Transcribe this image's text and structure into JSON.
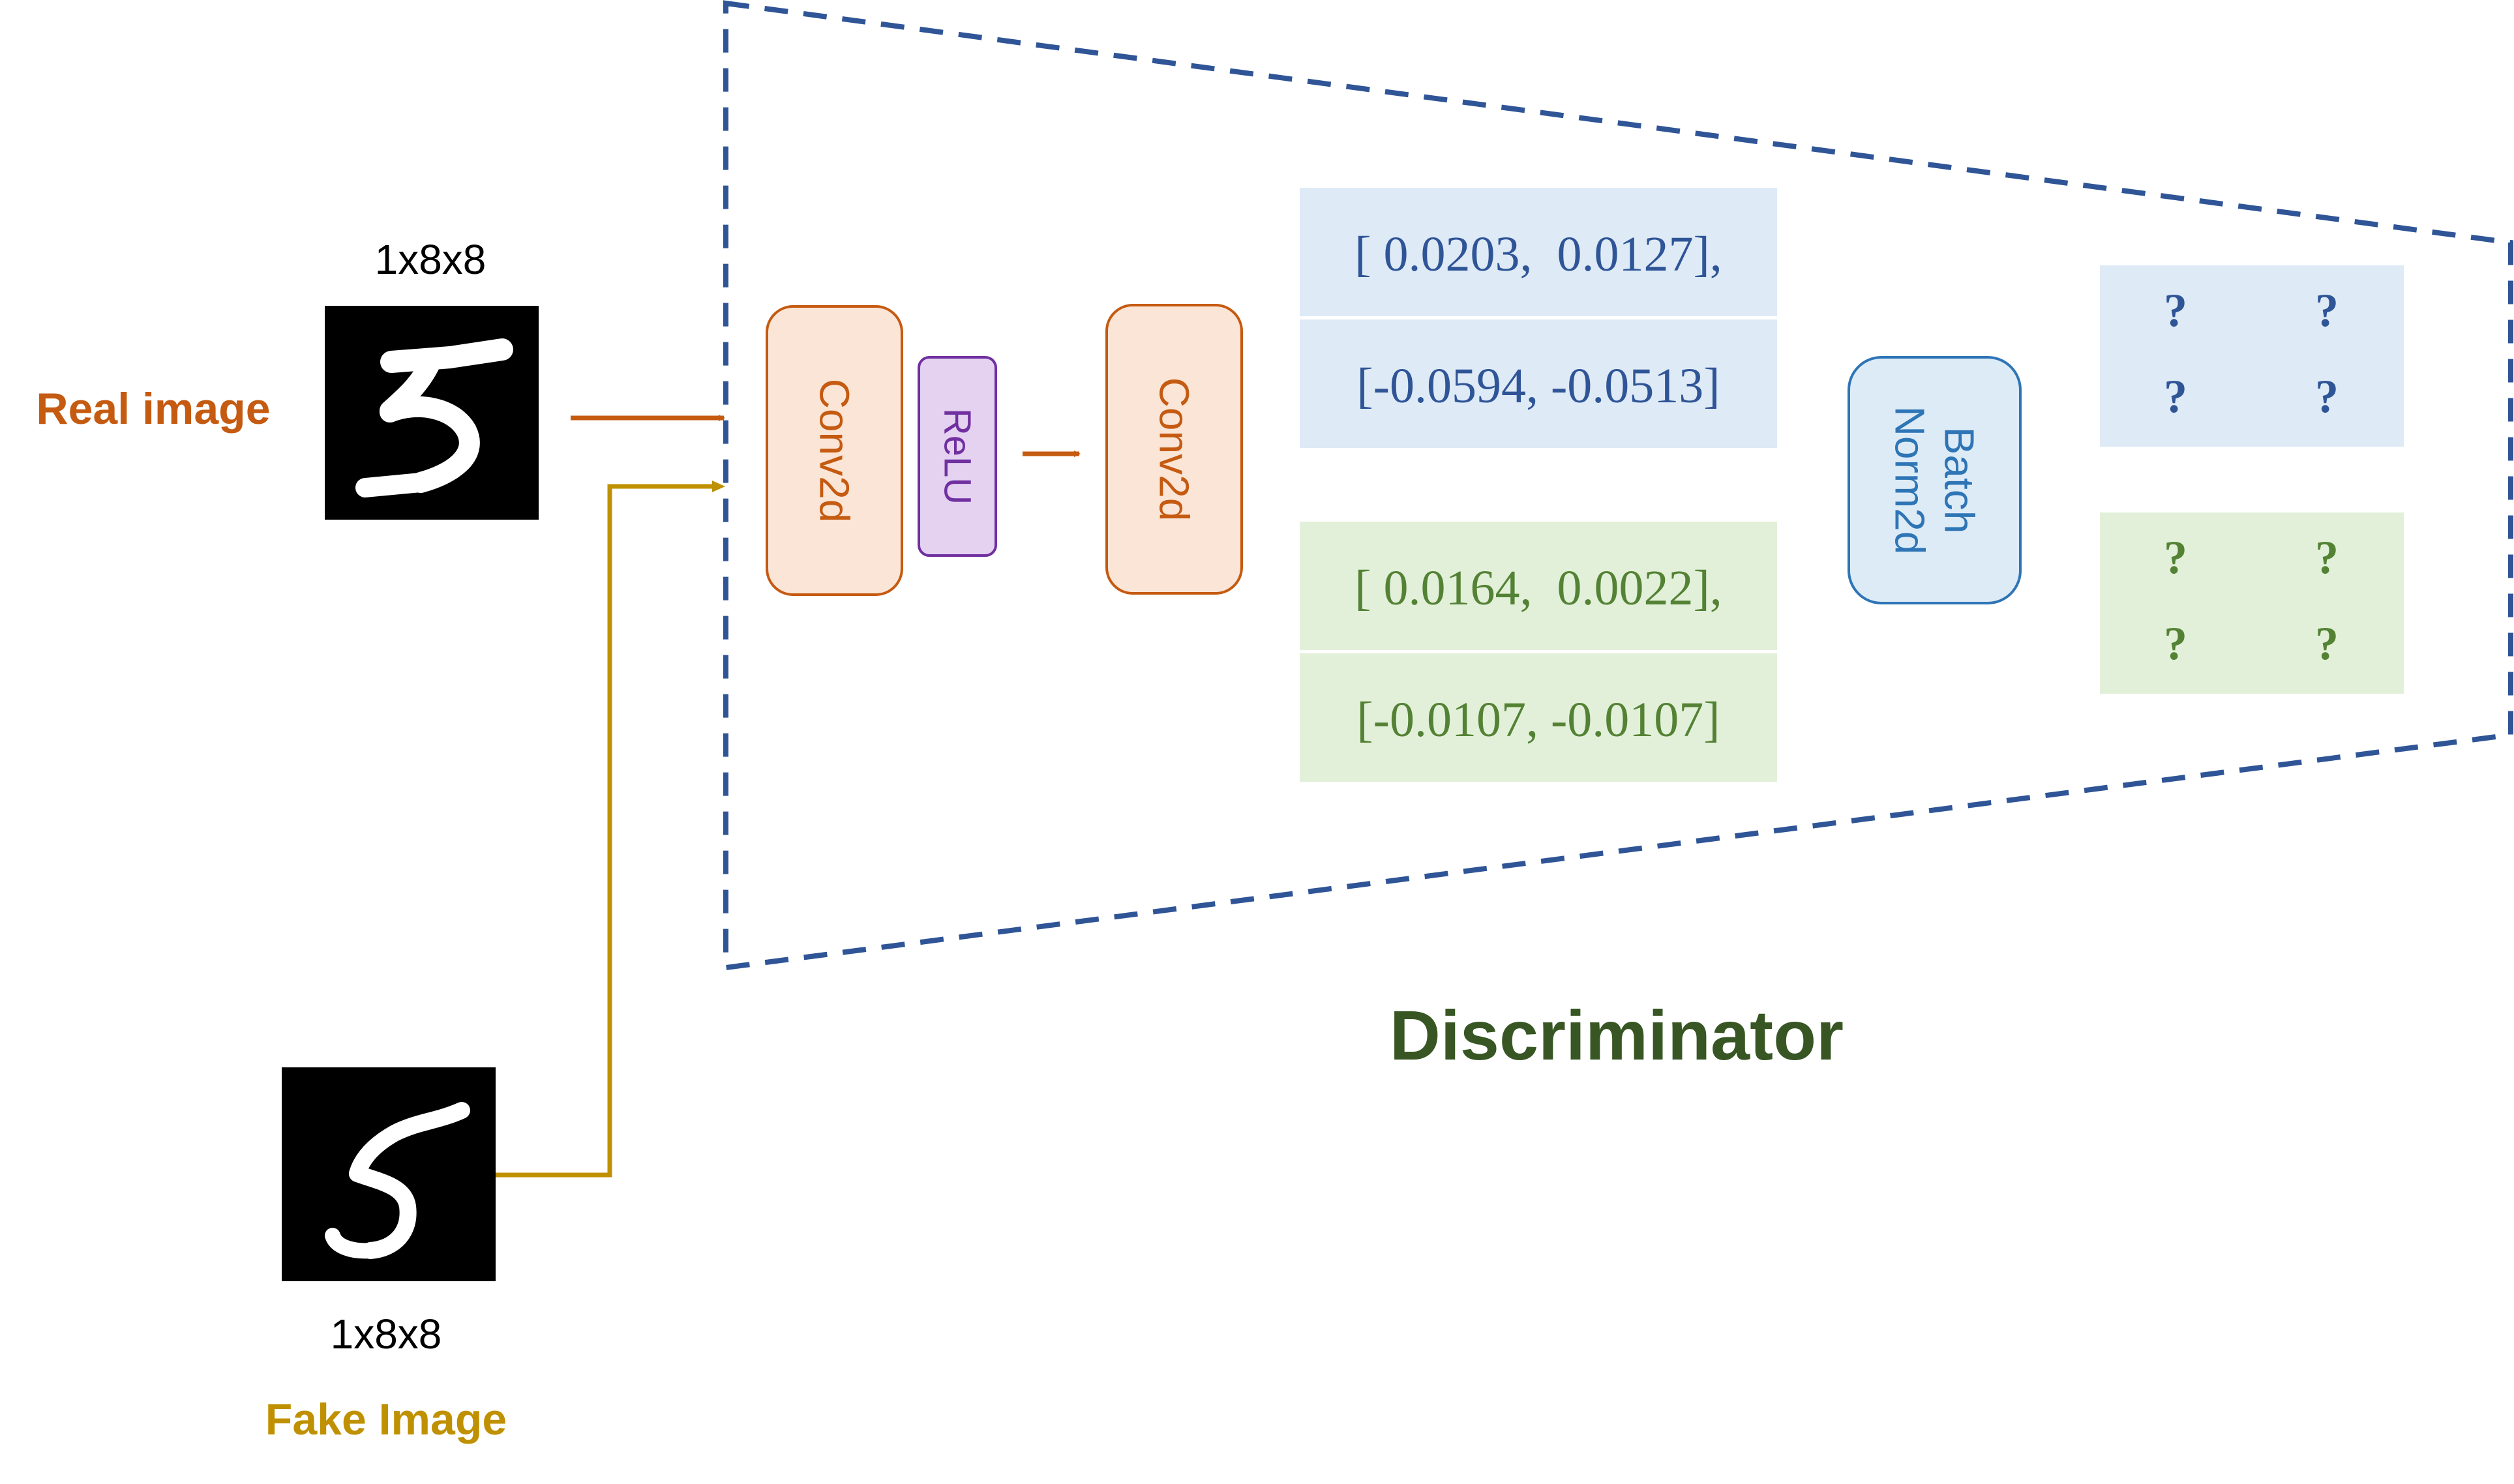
{
  "real_input": {
    "dims": "1x8x8",
    "label": "Real image",
    "image_alt": "handwritten digit 5 (real)"
  },
  "fake_input": {
    "dims": "1x8x8",
    "label": "Fake Image",
    "image_alt": "handwritten digit 5 (fake)"
  },
  "layers": {
    "conv1": "Conv2d",
    "relu": "ReLU",
    "conv2": "Conv2d",
    "batchnorm_line1": "Batch",
    "batchnorm_line2": "Norm2d"
  },
  "feature_maps": {
    "real": {
      "row1": "[ 0.0203,  0.0127],",
      "row2": "[-0.0594, -0.0513]"
    },
    "fake": {
      "row1": "[ 0.0164,  0.0022],",
      "row2": "[-0.0107, -0.0107]"
    }
  },
  "normalized_outputs": {
    "real": [
      "?",
      "?",
      "?",
      "?"
    ],
    "fake": [
      "?",
      "?",
      "?",
      "?"
    ]
  },
  "discriminator_title": "Discriminator",
  "colors": {
    "real": "#C55A11",
    "fake": "#BF9000",
    "conv_fill": "#FBE5D6",
    "conv_stroke": "#C55A11",
    "relu_fill": "#E4D2F0",
    "relu_stroke": "#7030A0",
    "bn_fill": "#DDEBF7",
    "bn_stroke": "#2E75B6",
    "blue_box": "#DEEAF6",
    "blue_text": "#2F5597",
    "green_box": "#E2F0D9",
    "green_text": "#548235",
    "dashed": "#2F5597",
    "title": "#375623"
  }
}
